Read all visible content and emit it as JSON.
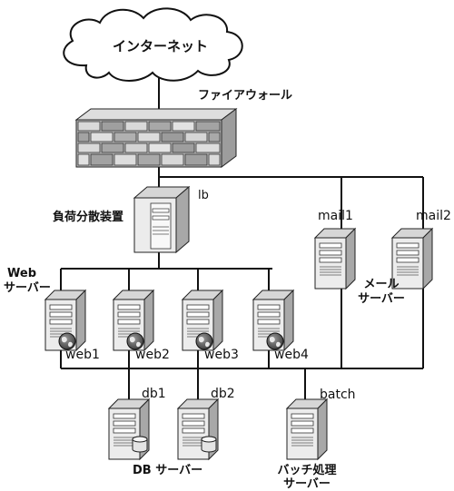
{
  "internet": {
    "label": "インターネット"
  },
  "firewall": {
    "label": "ファイアウォール"
  },
  "load_balancer": {
    "name": "lb",
    "label": "負荷分散装置"
  },
  "web_group": {
    "label_line1": "Web",
    "label_line2": "サーバー"
  },
  "web_servers": [
    {
      "name": "web1"
    },
    {
      "name": "web2"
    },
    {
      "name": "web3"
    },
    {
      "name": "web4"
    }
  ],
  "mail_servers": [
    {
      "name": "mail1"
    },
    {
      "name": "mail2"
    }
  ],
  "mail_group": {
    "label_line1": "メール",
    "label_line2": "サーバー"
  },
  "db_servers": [
    {
      "name": "db1"
    },
    {
      "name": "db2"
    }
  ],
  "db_group": {
    "label": "DB サーバー"
  },
  "batch_server": {
    "name": "batch",
    "label_line1": "バッチ処理",
    "label_line2": "サーバー"
  }
}
